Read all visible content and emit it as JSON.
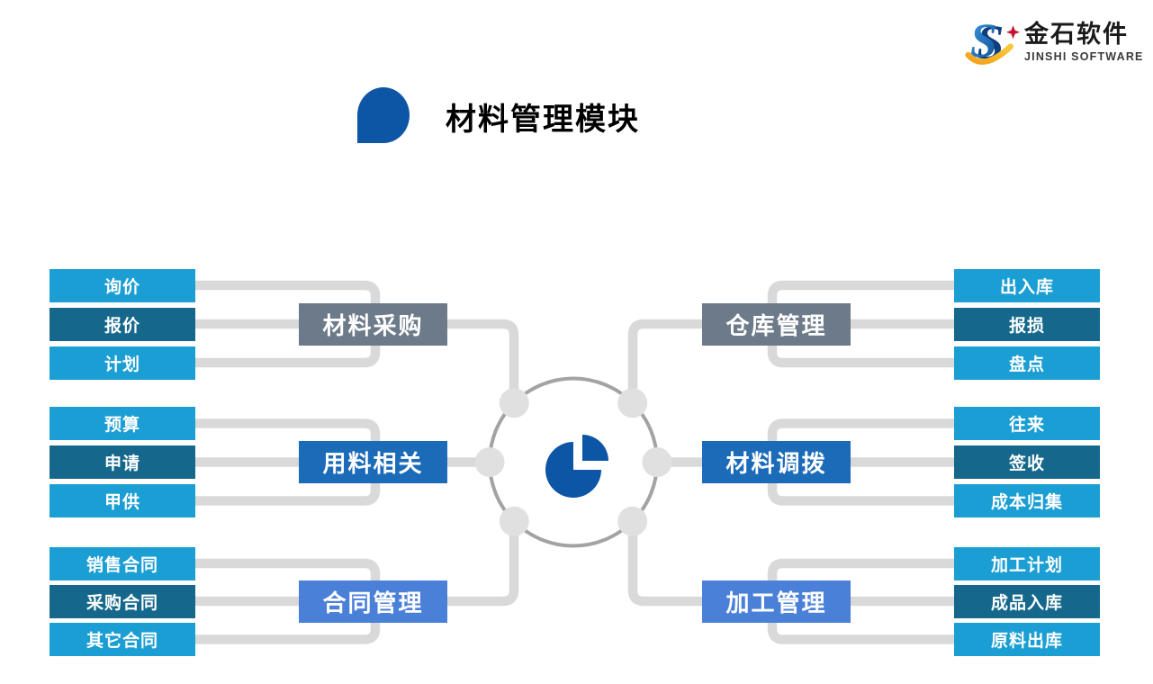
{
  "logo": {
    "name_cn": "金石软件",
    "name_en": "JINSHI SOFTWARE"
  },
  "title": {
    "text": "材料管理模块"
  },
  "center": {
    "icon": "pie-chart-icon"
  },
  "colors": {
    "leaf_light": "#1b9ed3",
    "leaf_dark": "#15688c",
    "category_gray": "#6c7a89",
    "category_blue": "#1b6bb9",
    "category_light_blue": "#4b80d9",
    "accent_blue": "#0d55a5",
    "connector_gray": "#d9d9d9",
    "hub_ring_gray": "#a3a3a3",
    "hub_node_gray": "#e0e0e0"
  },
  "groups": [
    {
      "side": "left",
      "label": "材料采购",
      "color": "gray",
      "items": [
        "询价",
        "报价",
        "计划"
      ]
    },
    {
      "side": "left",
      "label": "用料相关",
      "color": "blue",
      "items": [
        "预算",
        "申请",
        "甲供"
      ]
    },
    {
      "side": "left",
      "label": "合同管理",
      "color": "light-blue",
      "items": [
        "销售合同",
        "采购合同",
        "其它合同"
      ]
    },
    {
      "side": "right",
      "label": "仓库管理",
      "color": "gray",
      "items": [
        "出入库",
        "报损",
        "盘点"
      ]
    },
    {
      "side": "right",
      "label": "材料调拨",
      "color": "blue",
      "items": [
        "往来",
        "签收",
        "成本归集"
      ]
    },
    {
      "side": "right",
      "label": "加工管理",
      "color": "light-blue",
      "items": [
        "加工计划",
        "成品入库",
        "原料出库"
      ]
    }
  ]
}
